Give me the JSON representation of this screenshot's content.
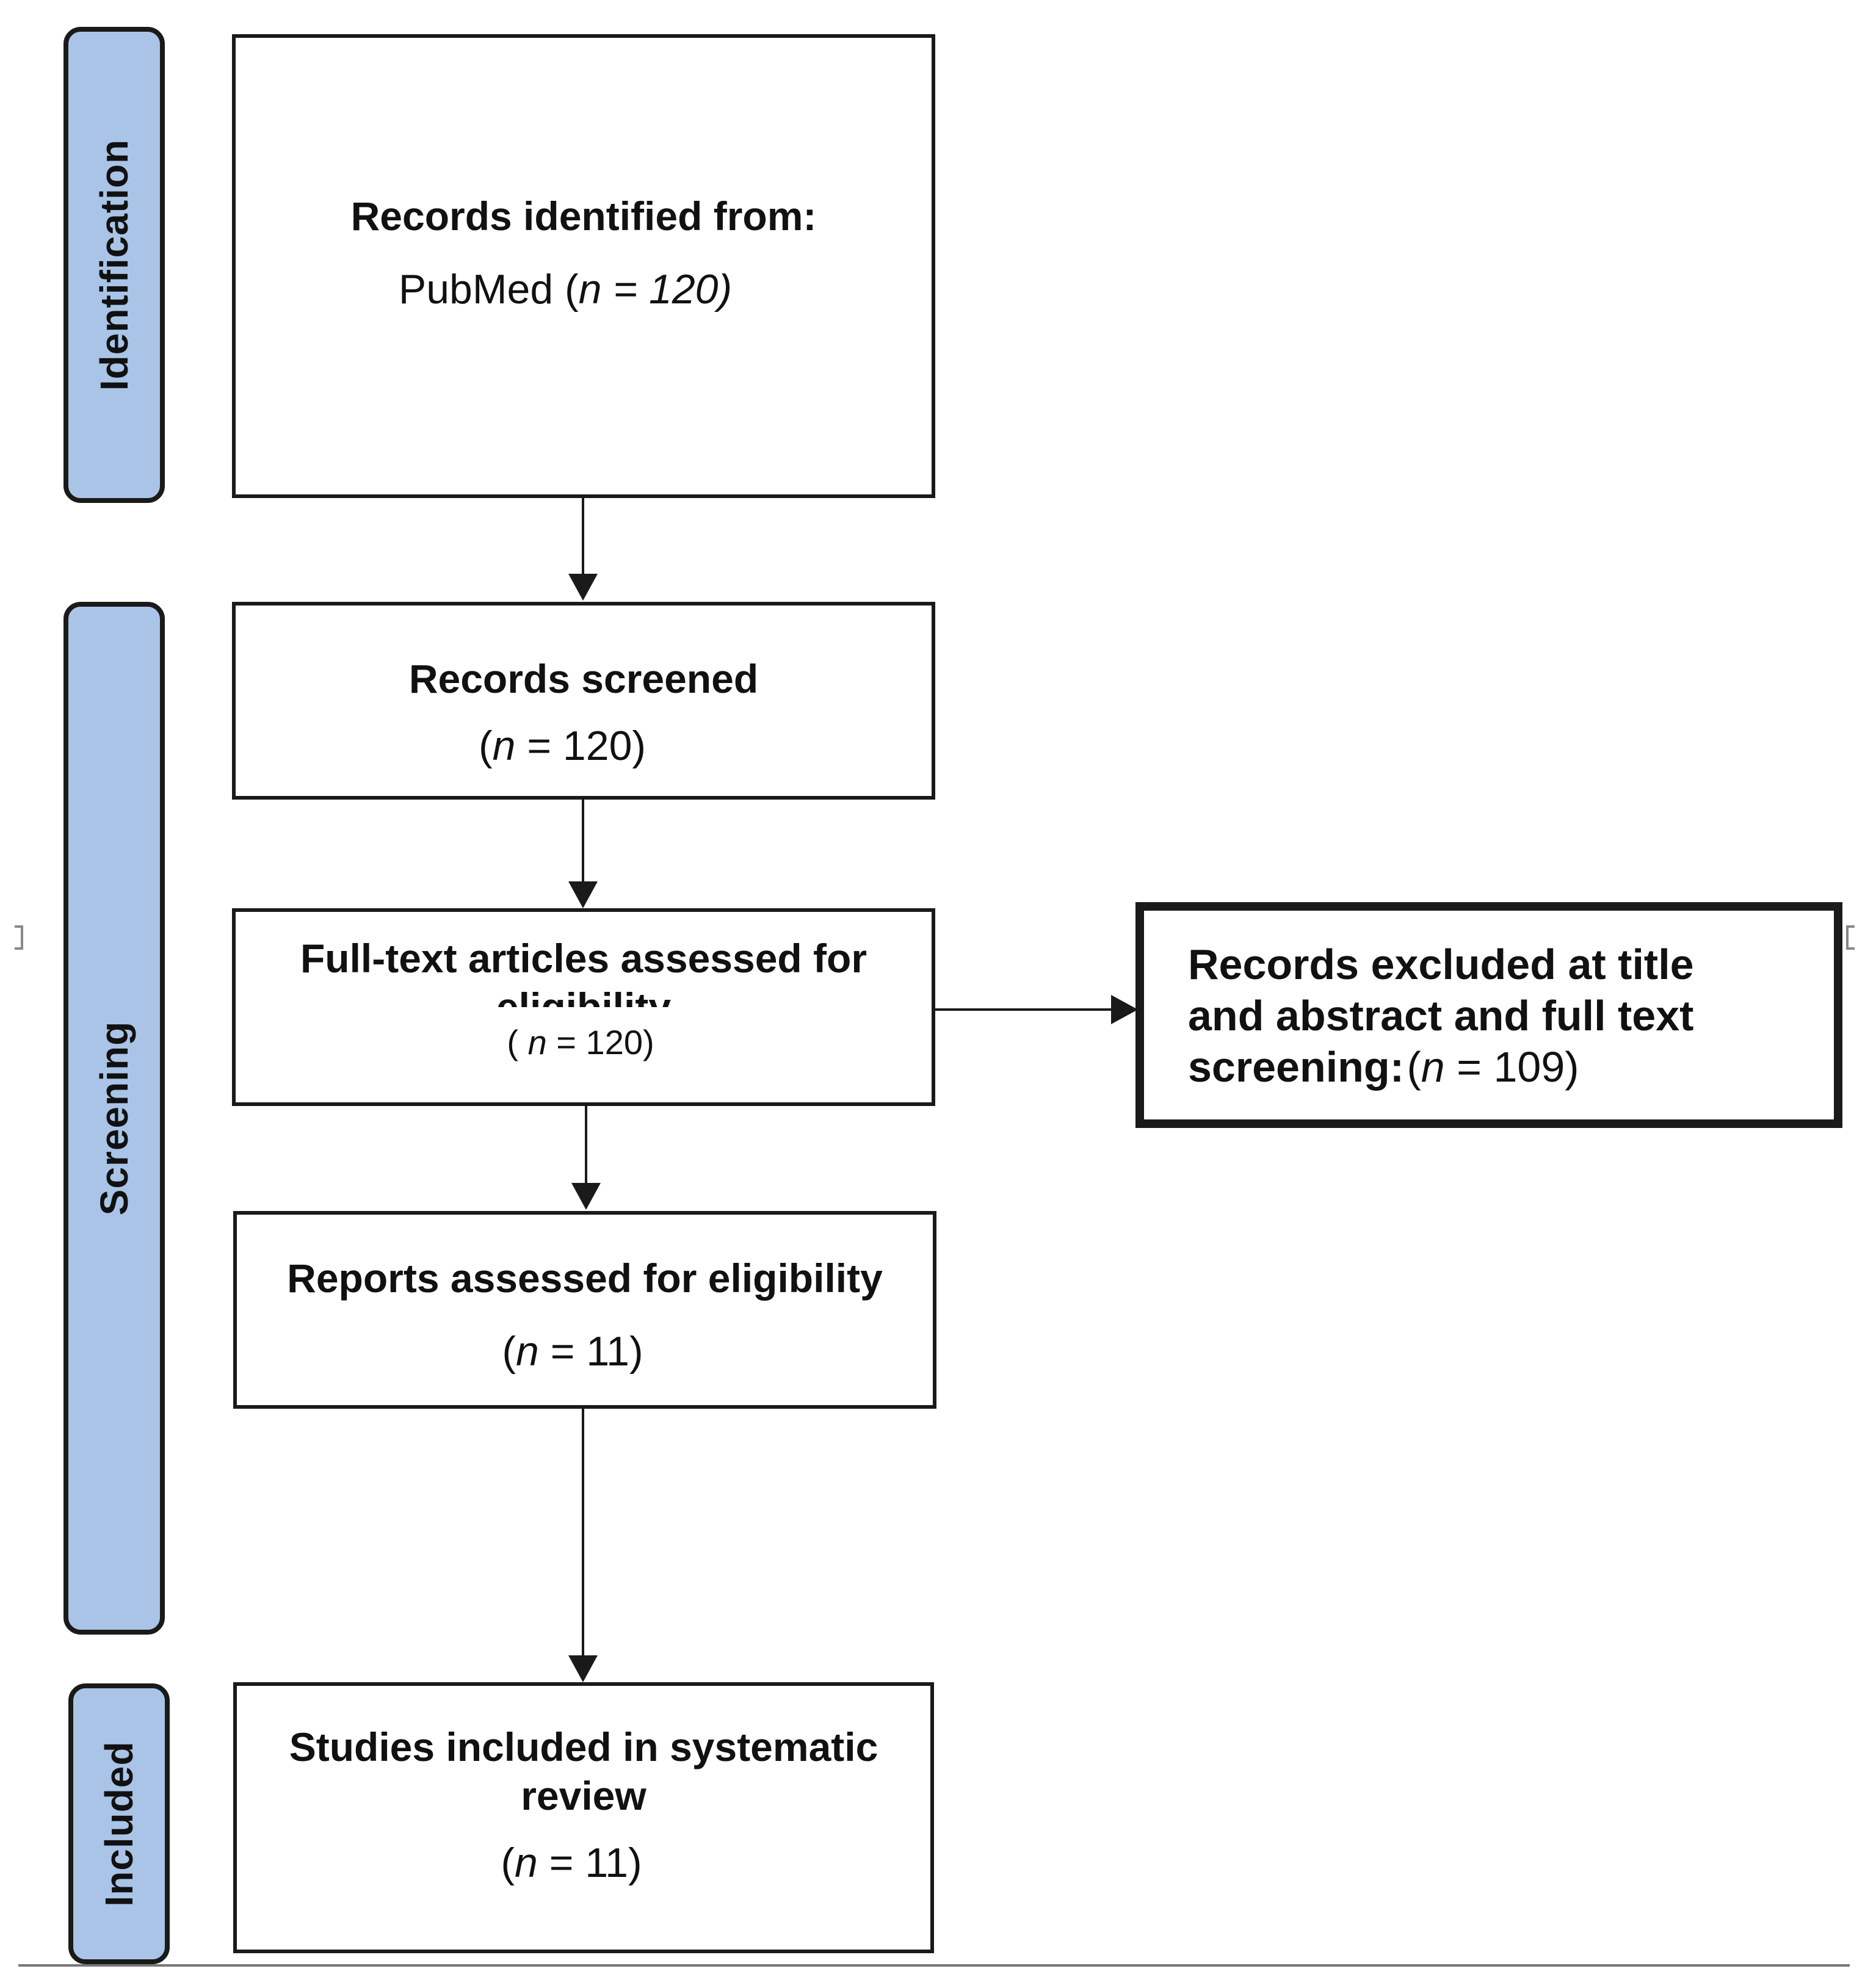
{
  "phases": {
    "identification": "Identification",
    "screening": "Screening",
    "included": "Included"
  },
  "boxes": {
    "identified": {
      "title": "Records identified from:",
      "source": "PubMed",
      "count_prefix": "(",
      "n": "n",
      "count_rest": " = 120)"
    },
    "screened": {
      "title": "Records screened",
      "count_prefix": "(",
      "n": "n",
      "count_rest": " = 120)"
    },
    "fulltext": {
      "title_line1": "Full-text articles assessed for",
      "title_line2": "eligibility",
      "count_prefix": "( ",
      "n": "n",
      "count_rest": " = 120)"
    },
    "excluded": {
      "title_line1": "Records excluded at title",
      "title_line2": "and abstract and full text",
      "title_line3": "screening:",
      "count_prefix": "(",
      "n": "n",
      "count_rest": " = 109)"
    },
    "reports": {
      "title": "Reports assessed for eligibility",
      "count_prefix": "(",
      "n": "n",
      "count_rest": " = 11)"
    },
    "included": {
      "title_line1": "Studies included in systematic",
      "title_line2": "review",
      "count_prefix": "(",
      "n": "n",
      "count_rest": " = 11)"
    }
  }
}
